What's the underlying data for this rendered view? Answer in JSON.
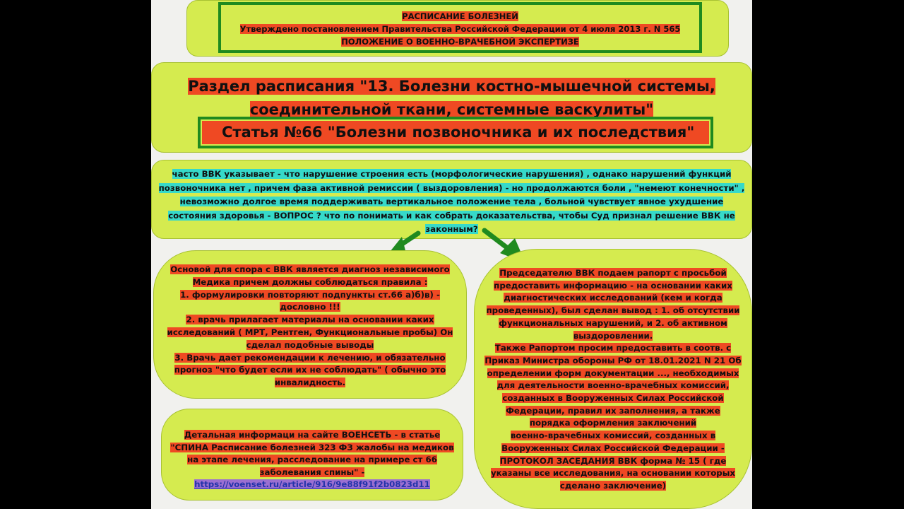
{
  "header": {
    "line1": "РАСПИСАНИЕ БОЛЕЗНЕЙ",
    "line2": "Утверждено постановлением Правительства Российской Федерации от 4 июля 2013 г. N 565",
    "line3": "ПОЛОЖЕНИЕ О ВОЕННО-ВРАЧЕБНОЙ ЭКСПЕРТИЗЕ"
  },
  "section": {
    "line1": "Раздел расписания \"13. Болезни костно-мышечной системы,",
    "line2": "соединительной ткани, системные васкулиты\"",
    "article": "Статья №66 \"Болезни позвоночника и их последствия\""
  },
  "question": {
    "line1": "часто ВВК указывает - что нарушение строения есть (морфологические нарушения) , однако нарушений функций",
    "line2": "позвоночника нет , причем фаза активной ремиссии ( выздоровления) - но продолжаются боли , \"немеют конечности\" ,",
    "line3": "невозможно долгое время поддерживать вертикальное положение тела , больной чувствует  явное ухудшение",
    "line4": "состояния здоровья - ВОПРОС ? что по понимать и как собрать доказательства, чтобы Суд признал решение ВВК не",
    "line5": "законным?"
  },
  "left_box": {
    "lines": [
      "Основой для спора с ВВК является диагноз независимого",
      "Медика причем должны соблюдаться правила :",
      "1. формулировки повторяют подпункты ст.66 а)б)в) -",
      "дословно !!!",
      "2. врачь прилагает материалы на основании каких",
      "исследований ( МРТ, Рентген, Функциональные пробы) Он",
      "сделал подобные выводы",
      "3. Врачь дает рекомендации к лечению, и обязательно",
      "прогноз \"что будет если их не соблюдать\" ( обычно это",
      "инвалидность."
    ]
  },
  "bottom_left_box": {
    "lines": [
      "Детальная информаци на сайте ВОЕНСЕТЬ - в статье",
      "\"СПИНА Расписание болезней 323 ФЗ жалобы на медиков",
      "на этапе лечения, расследование на примере ст 66",
      "заболевания спины\" -"
    ],
    "link": "https://voenset.ru/article/916/9e88f91f2b0823d11"
  },
  "right_box": {
    "lines": [
      "Председателю ВВК подаем рапорт с просьбой",
      "предоставить информацию - на основании каких",
      "диагностических исследований (кем и когда",
      "проведенных), был сделан вывод : 1. об отсутствии",
      "функциональных нарушений, и 2. об активном",
      "выздоровлении.",
      "Также Рапортом просим предоставить в соотв. с",
      "Приказ Министра обороны РФ от 18.01.2021 N 21 Об",
      "определении форм документации ..., необходимых",
      "для деятельности военно-врачебных комиссий,",
      "созданных в Вооруженных Силах Российской",
      "Федерации, правил их заполнения, а также",
      "порядка оформления заключений",
      "военно-врачебных комиссий, созданных в",
      "Вооруженных Силах Российской Федерации  -",
      "ПРОТОКОЛ ЗАСЕДАНИЯ ВВК форма № 15 ( где",
      "указаны все исследования, на основании которых",
      "сделано заключение)"
    ]
  },
  "colors": {
    "box_fill": "#d5eb4f",
    "highlight_red": "#ef4923",
    "highlight_cyan": "#36d9c9",
    "frame_green": "#1f8a1f",
    "arrow_green": "#1f8a1f"
  }
}
